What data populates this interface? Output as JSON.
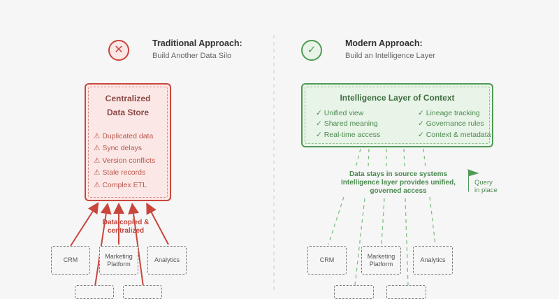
{
  "traditional": {
    "title": "Traditional Approach:",
    "subtitle": "Build Another Data Silo",
    "icon": "x-circle-icon",
    "color": "#c9463d",
    "store_title_1": "Centralized",
    "store_title_2": "Data Store",
    "issues": [
      "⚠ Duplicated data",
      "⚠ Sync delays",
      "⚠ Version conflicts",
      "⚠ Stale records",
      "⚠ Complex ETL"
    ],
    "flow_label_1": "Data copied &",
    "flow_label_2": "centralized",
    "sources": [
      "CRM",
      "Marketing Platform",
      "Analytics",
      "",
      ""
    ]
  },
  "modern": {
    "title": "Modern Approach:",
    "subtitle": "Build an Intelligence Layer",
    "icon": "check-circle-icon",
    "color": "#4f9a55",
    "layer_title": "Intelligence Layer of Context",
    "features_left": [
      "✓ Unified view",
      "✓ Shared meaning",
      "✓ Real-time access"
    ],
    "features_right": [
      "✓ Lineage tracking",
      "✓ Governance rules",
      "✓ Context & metadata"
    ],
    "note_1": "Data stays in source systems",
    "note_2": "Intelligence layer provides unified,",
    "note_3": "governed access",
    "query_1": "Query",
    "query_2": "in place",
    "sources": [
      "CRM",
      "Marketing Platform",
      "Analytics",
      "",
      ""
    ]
  }
}
